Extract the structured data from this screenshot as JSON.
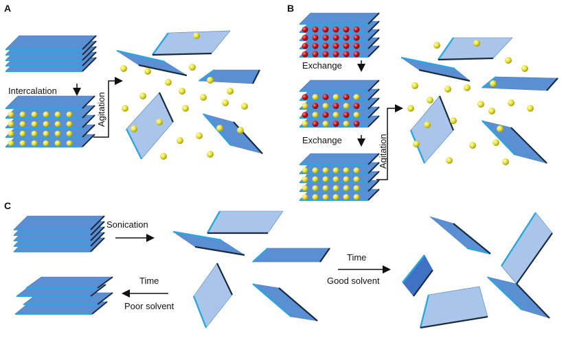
{
  "panels": {
    "a": {
      "letter": "A",
      "intercalation_label": "Intercalation",
      "agitation_label": "Agitation"
    },
    "b": {
      "letter": "B",
      "exchange_label_1": "Exchange",
      "exchange_label_2": "Exchange",
      "agitation_label": "Agitation"
    },
    "c": {
      "letter": "C",
      "sonication_label": "Sonication",
      "time_good_label": "Time",
      "good_solvent_label": "Good solvent",
      "time_poor_label": "Time",
      "poor_solvent_label": "Poor solvent"
    }
  },
  "colors": {
    "sheet_face": "#5b8fd4",
    "sheet_light": "#a9c6ea",
    "sheet_edge": "#2aa6e0",
    "dark_edge": "#1b2a3a",
    "yellow_ball": "#e8e23a",
    "red_ball": "#c8141e"
  }
}
